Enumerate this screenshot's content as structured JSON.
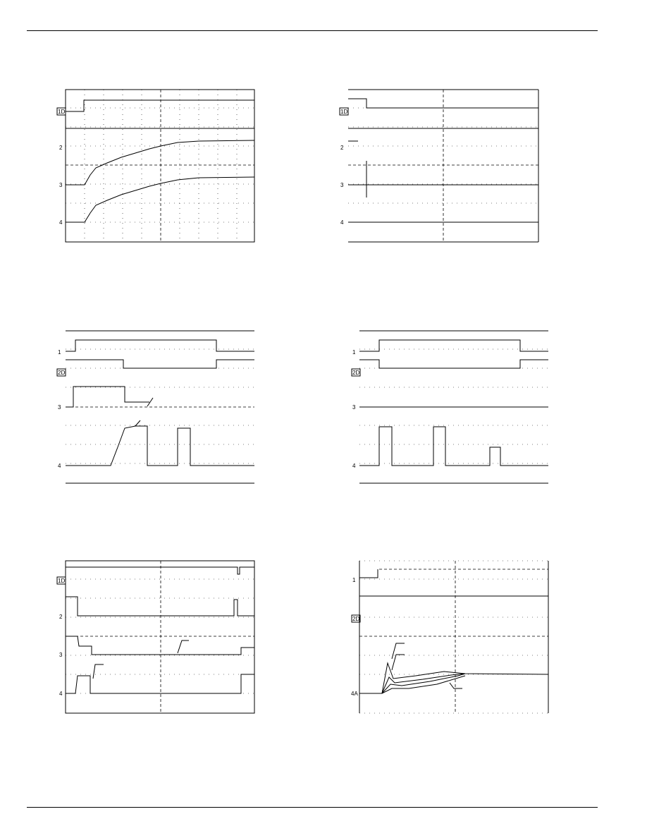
{
  "page": {
    "background": "#ffffff",
    "ink": "#000000"
  },
  "scopes": [
    {
      "id": "a",
      "channels": [
        {
          "label": "1D",
          "boxed": true
        },
        {
          "label": "2",
          "boxed": false
        },
        {
          "label": "3",
          "boxed": false
        },
        {
          "label": "4",
          "boxed": false
        }
      ]
    },
    {
      "id": "b",
      "channels": [
        {
          "label": "1D",
          "boxed": true
        },
        {
          "label": "2",
          "boxed": false
        },
        {
          "label": "3",
          "boxed": false
        },
        {
          "label": "4",
          "boxed": false
        }
      ]
    },
    {
      "id": "c",
      "channels": [
        {
          "label": "1",
          "boxed": false
        },
        {
          "label": "2D",
          "boxed": true
        },
        {
          "label": "3",
          "boxed": false
        },
        {
          "label": "4",
          "boxed": false
        }
      ]
    },
    {
      "id": "d",
      "channels": [
        {
          "label": "1",
          "boxed": false
        },
        {
          "label": "2D",
          "boxed": true
        },
        {
          "label": "3",
          "boxed": false
        },
        {
          "label": "4",
          "boxed": false
        }
      ]
    },
    {
      "id": "e",
      "channels": [
        {
          "label": "1D",
          "boxed": true
        },
        {
          "label": "2",
          "boxed": false
        },
        {
          "label": "3",
          "boxed": false
        },
        {
          "label": "4",
          "boxed": false
        }
      ]
    },
    {
      "id": "f",
      "channels": [
        {
          "label": "1",
          "boxed": false
        },
        {
          "label": "2D",
          "boxed": true
        },
        {
          "label": "4A",
          "boxed": false
        }
      ]
    }
  ]
}
